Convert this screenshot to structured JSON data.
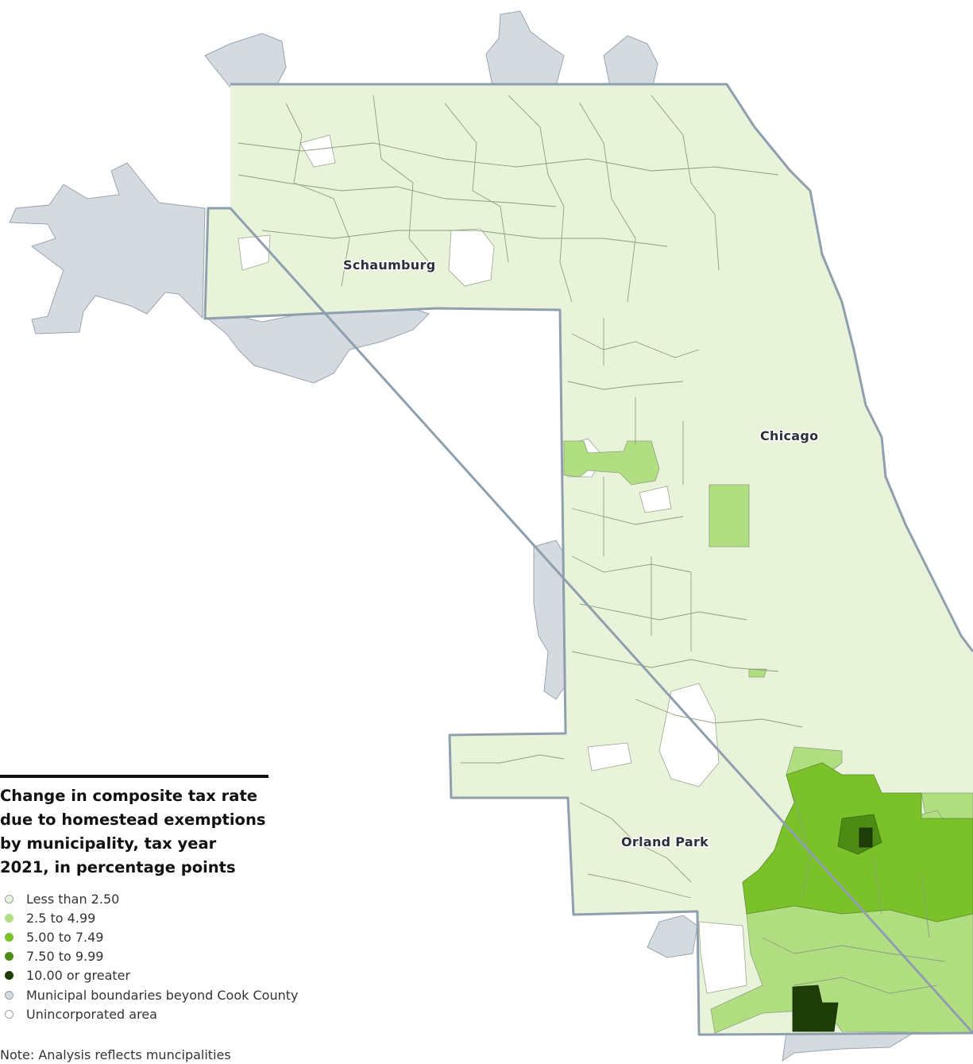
{
  "map": {
    "place_labels": {
      "schaumburg": "Schaumburg",
      "chicago": "Chicago",
      "orland_park": "Orland Park"
    },
    "colors": {
      "less_than_2_50": "#e8f3da",
      "c2_5_to_4_99": "#b2de82",
      "c5_00_to_7_49": "#7bc22a",
      "c7_50_to_9_99": "#4c8c15",
      "c10_00_or_greater": "#1f3d06",
      "beyond_cook_county": "#d4dae0",
      "unincorporated": "#ffffff",
      "county_outline": "#8f9fad"
    }
  },
  "legend": {
    "title": "Change in composite tax rate due to homestead exemptions by municipality, tax year 2021, in percentage points",
    "items": [
      {
        "label": "Less than 2.50",
        "color": "#e8f3da"
      },
      {
        "label": "2.5 to 4.99",
        "color": "#b2de82"
      },
      {
        "label": "5.00 to 7.49",
        "color": "#7bc22a"
      },
      {
        "label": "7.50 to 9.99",
        "color": "#4c8c15"
      },
      {
        "label": "10.00 or greater",
        "color": "#1f3d06"
      },
      {
        "label": "Municipal boundaries beyond Cook County",
        "color": "#d4dae0"
      },
      {
        "label": "Unincorporated area",
        "color": "#ffffff"
      }
    ]
  },
  "note": "Note: Analysis reflects muncipalities"
}
